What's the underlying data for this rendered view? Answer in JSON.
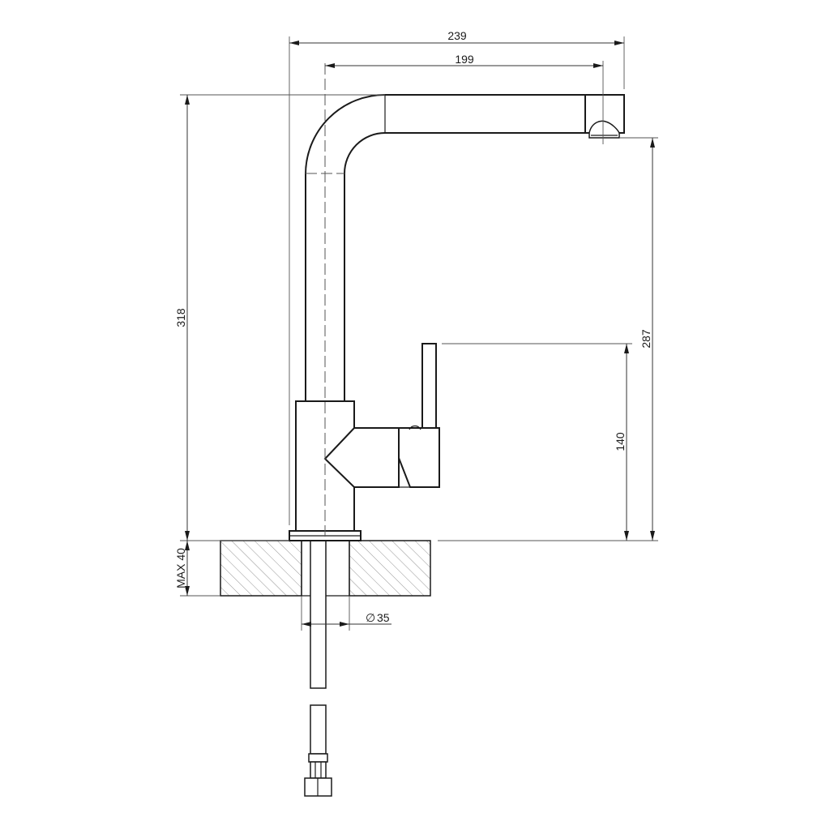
{
  "dimensions": {
    "overall_width": "239",
    "spout_reach": "199",
    "total_height": "318",
    "spout_outlet_height": "287",
    "lever_height": "140",
    "countertop_thickness": "MAX 40",
    "hole_diameter_symbol": "∅",
    "hole_diameter": "35"
  }
}
